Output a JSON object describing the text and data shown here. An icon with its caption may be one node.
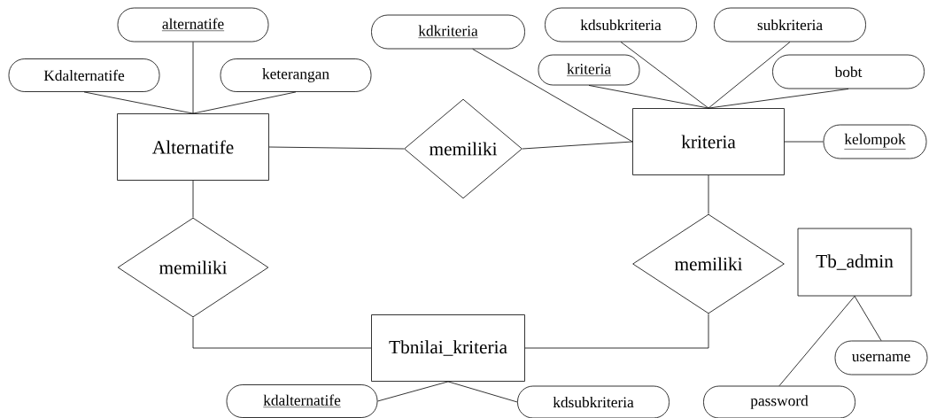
{
  "diagram": {
    "nodes": [
      {
        "text": [
          "alternatife"
        ]
      },
      {
        "text": [
          "Kdalternatife"
        ]
      },
      {
        "text": [
          "keterangan"
        ]
      },
      {
        "text": [
          "Alternatife"
        ]
      },
      {
        "text": [
          "memiliki"
        ]
      },
      {
        "text": [
          "kdkriteria"
        ]
      },
      {
        "text": [
          "kdsubkriteria"
        ]
      },
      {
        "text": [
          "subkriteria"
        ]
      },
      {
        "text": [
          "kriteria"
        ]
      },
      {
        "text": [
          "bobt"
        ]
      },
      {
        "text": [
          "kriteria"
        ]
      },
      {
        "text": [
          "kelompok"
        ]
      },
      {
        "text": [
          "memiliki"
        ]
      },
      {
        "text": [
          "memiliki"
        ]
      },
      {
        "text": [
          "Tb_admin"
        ]
      },
      {
        "text": [
          "Tbnilai_kriteria"
        ]
      },
      {
        "text": [
          "kdalternatife"
        ]
      },
      {
        "text": [
          "kdsubkriteria"
        ]
      },
      {
        "text": [
          "password"
        ]
      },
      {
        "text": [
          "username"
        ]
      }
    ],
    "edges": [
      {
        "from": 0,
        "to": 3,
        "arrow": "none"
      },
      {
        "from": 1,
        "to": 3,
        "arrow": "none"
      },
      {
        "from": 2,
        "to": 3,
        "arrow": "none"
      },
      {
        "from": 3,
        "to": 4,
        "arrow": "none"
      },
      {
        "from": 4,
        "to": 10,
        "arrow": "none"
      },
      {
        "from": 5,
        "to": 10,
        "arrow": "none"
      },
      {
        "from": 6,
        "to": 10,
        "arrow": "none"
      },
      {
        "from": 7,
        "to": 10,
        "arrow": "none"
      },
      {
        "from": 8,
        "to": 10,
        "arrow": "none"
      },
      {
        "from": 9,
        "to": 10,
        "arrow": "none"
      },
      {
        "from": 10,
        "to": 11,
        "arrow": "none"
      },
      {
        "from": 3,
        "to": 12,
        "arrow": "none"
      },
      {
        "from": 12,
        "to": 15,
        "arrow": "none"
      },
      {
        "from": 10,
        "to": 13,
        "arrow": "none"
      },
      {
        "from": 13,
        "to": 15,
        "arrow": "none"
      },
      {
        "from": 15,
        "to": 16,
        "arrow": "none"
      },
      {
        "from": 15,
        "to": 17,
        "arrow": "none"
      },
      {
        "from": 14,
        "to": 18,
        "arrow": "none"
      },
      {
        "from": 14,
        "to": 19,
        "arrow": "none"
      }
    ]
  }
}
